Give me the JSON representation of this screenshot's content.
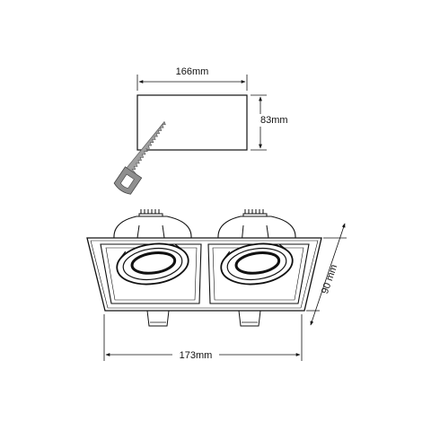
{
  "cutout": {
    "width_label": "166mm",
    "height_label": "83mm"
  },
  "fixture": {
    "width_label": "173mm",
    "height_label": "90 mm"
  },
  "icons": {
    "saw": "hand-saw-icon"
  },
  "colors": {
    "line": "#111111",
    "saw_fill": "#9a9a9a",
    "background": "#ffffff"
  }
}
